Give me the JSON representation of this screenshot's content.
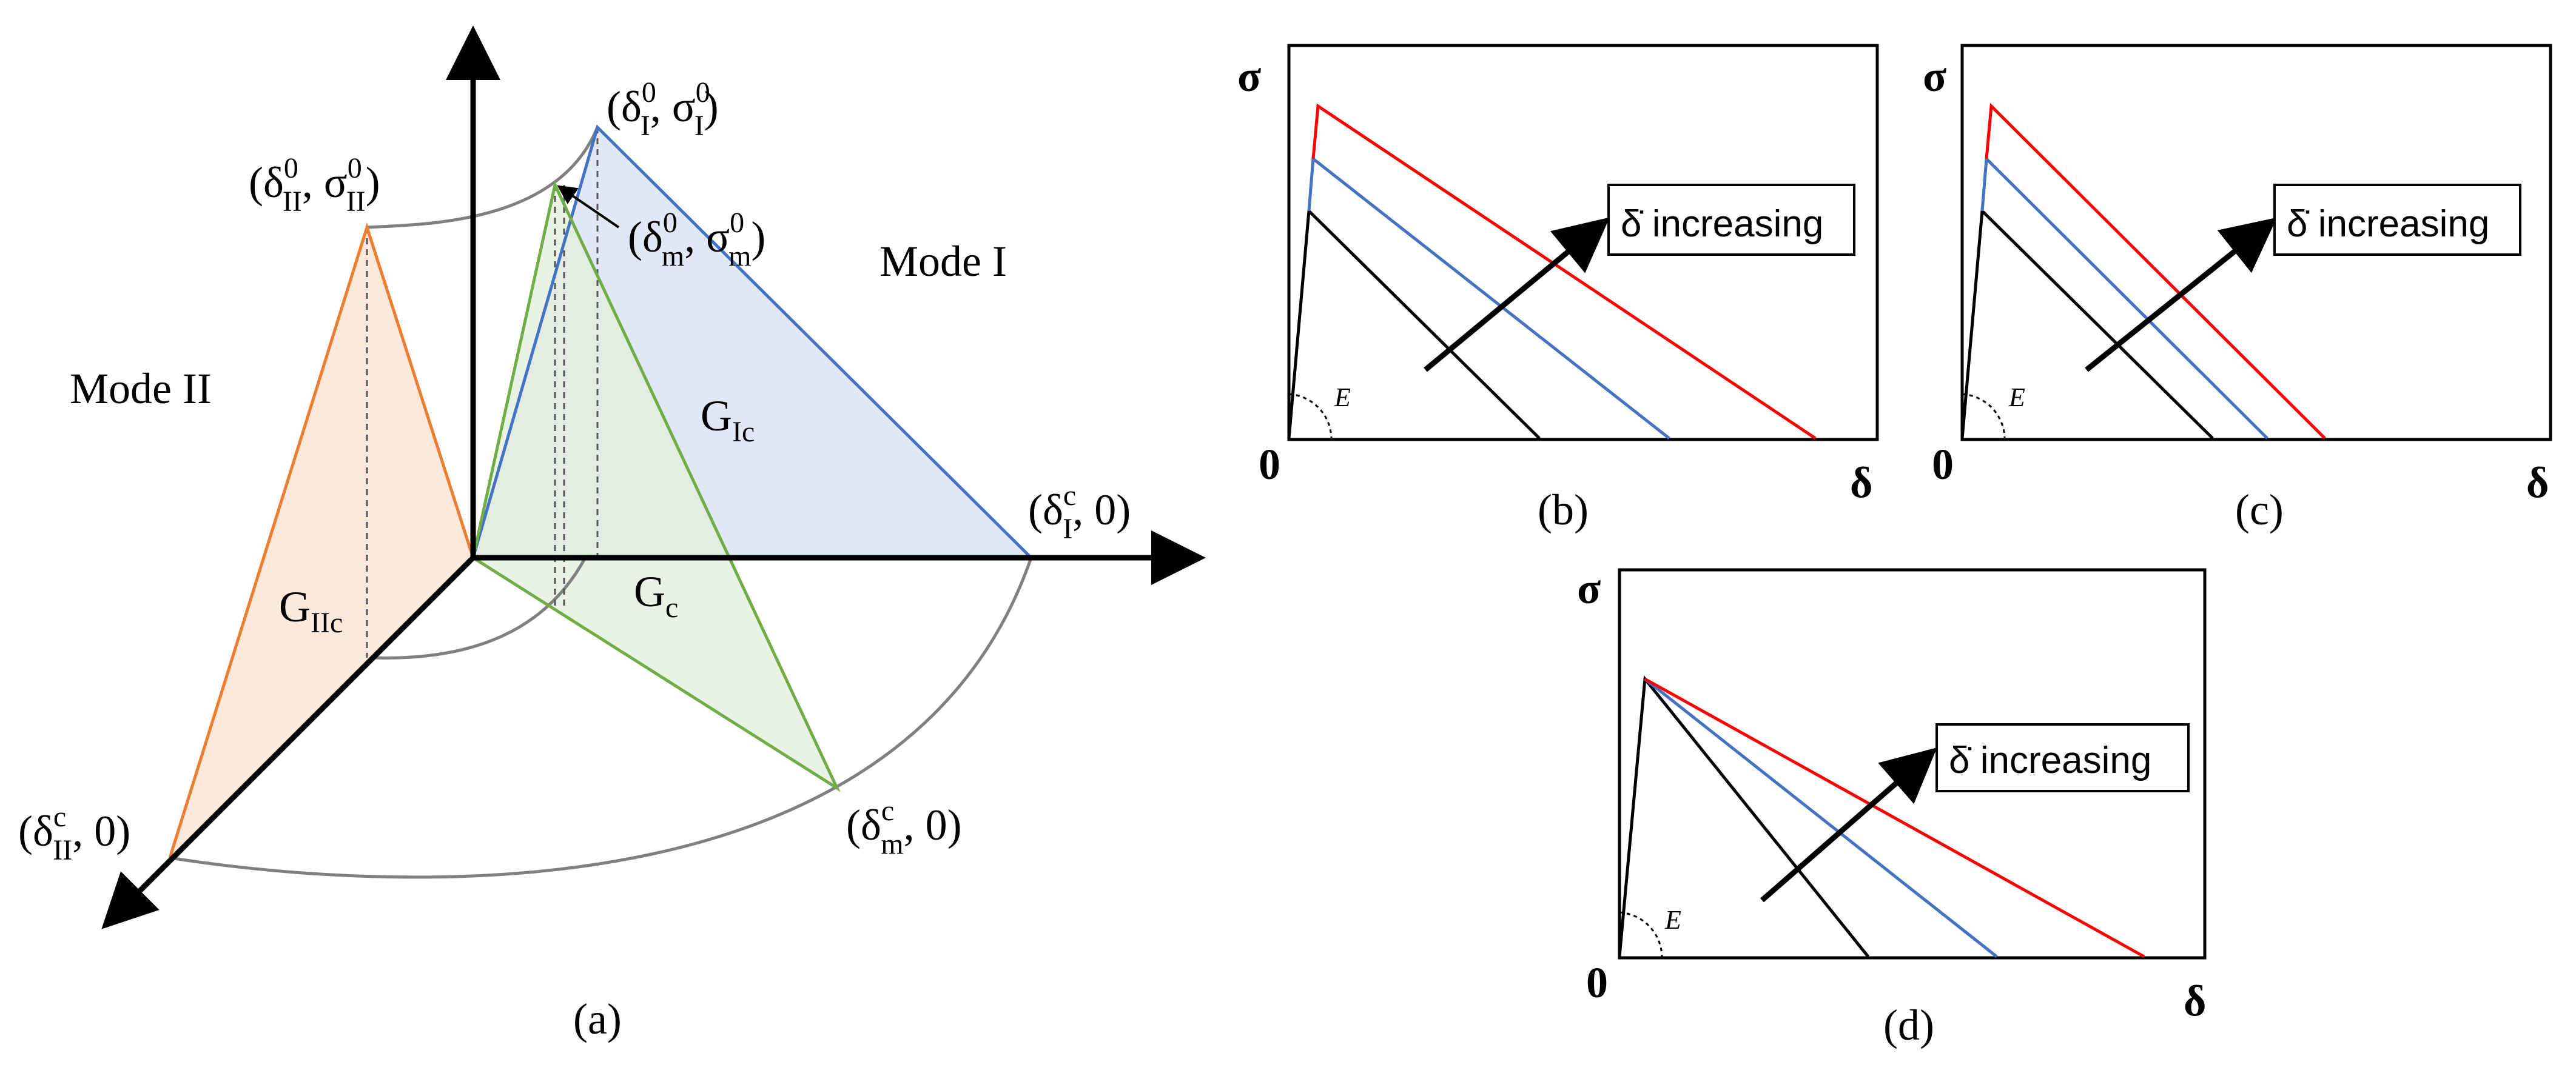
{
  "panel_a": {
    "caption": "(a)",
    "mode_i_label": "Mode I",
    "mode_ii_label": "Mode II",
    "point_I0": {
      "open": "(δ",
      "sup": "0",
      "sub": "I",
      "mid": ", σ",
      "sup2": "0",
      "sub2": "I",
      "close": ")"
    },
    "point_II0": {
      "open": "(δ",
      "sup": "0",
      "sub": "II",
      "mid": ", σ",
      "sup2": "0",
      "sub2": "II",
      "close": ")"
    },
    "point_m0": {
      "open": "(δ",
      "sup": "0",
      "sub": "m",
      "mid": ", σ",
      "sup2": "0",
      "sub2": "m",
      "close": ")"
    },
    "point_Ic": {
      "open": "(δ",
      "sup": "c",
      "sub": "I",
      "mid": ", 0)"
    },
    "point_IIc": {
      "open": "(δ",
      "sup": "c",
      "sub": "II",
      "mid": ", 0)"
    },
    "point_mc": {
      "open": "(δ",
      "sup": "c",
      "sub": "m",
      "mid": ", 0)"
    },
    "area_GIc": {
      "main": "G",
      "sub": "Ic"
    },
    "area_GIIc": {
      "main": "G",
      "sub": "IIc"
    },
    "area_Gc": {
      "main": "G",
      "sub": "c"
    },
    "colors": {
      "mode_i": "#4472c4",
      "mode_ii": "#ed7d31",
      "mixed": "#70ad47",
      "envelope": "#808080"
    }
  },
  "panels": [
    {
      "caption": "(b)",
      "y_label": "σ",
      "x_label": "δ",
      "origin": "0",
      "stiffness_label": "E",
      "annotation": "δ̇ increasing"
    },
    {
      "caption": "(c)",
      "y_label": "σ",
      "x_label": "δ",
      "origin": "0",
      "stiffness_label": "E",
      "annotation": "δ̇ increasing"
    },
    {
      "caption": "(d)",
      "y_label": "σ",
      "x_label": "δ",
      "origin": "0",
      "stiffness_label": "E",
      "annotation": "δ̇ increasing"
    }
  ],
  "curve_colors": [
    "#000000",
    "#4472c4",
    "#ff0000"
  ]
}
